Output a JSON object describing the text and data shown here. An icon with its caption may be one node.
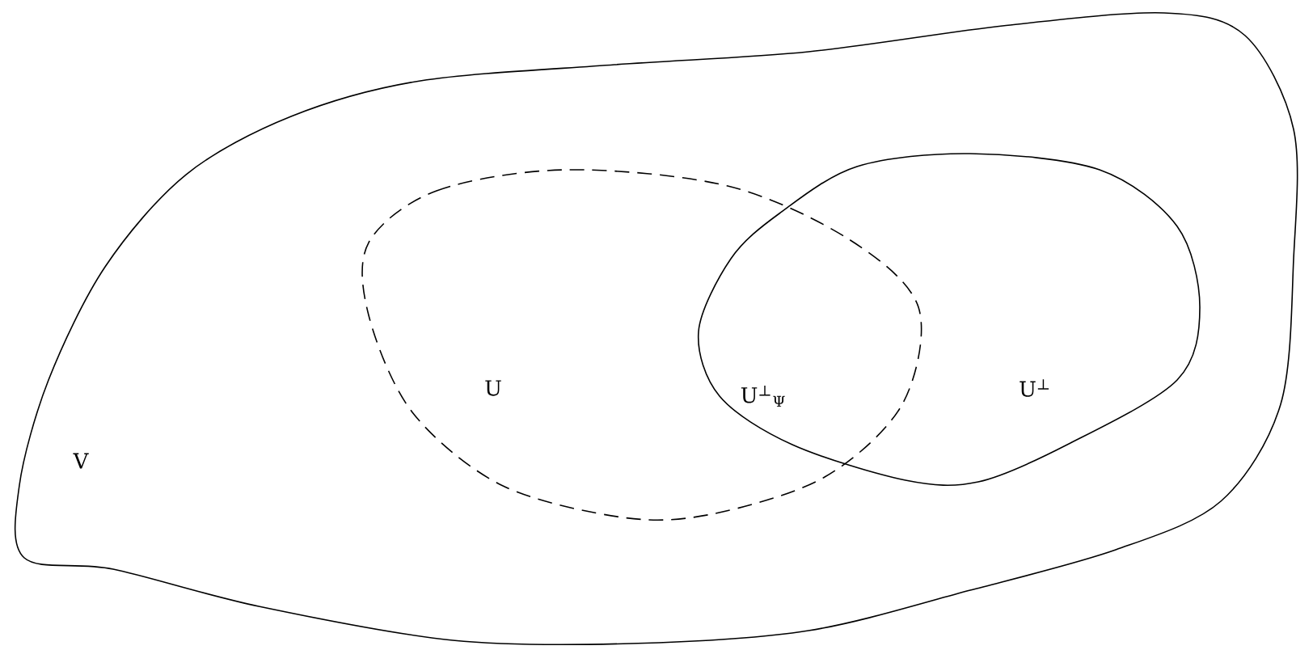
{
  "diagram": {
    "nodes": [
      {
        "text": [
          "V"
        ]
      },
      {
        "text": [
          "U"
        ],
        "in": 0
      },
      {
        "text": [
          "U$^{⊥}$"
        ],
        "in": 0
      }
    ],
    "labels": [
      "U$^{⊥}$$_{Ψ}$"
    ]
  }
}
